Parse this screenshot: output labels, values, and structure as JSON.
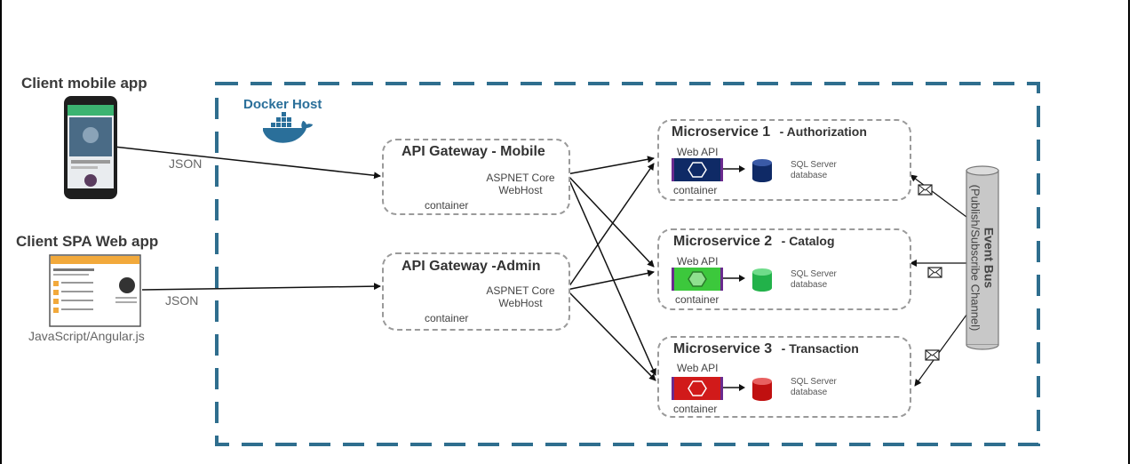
{
  "clients": {
    "mobile": {
      "title": "Client mobile app",
      "json_label": "JSON"
    },
    "spa": {
      "title": "Client SPA Web app",
      "json_label": "JSON",
      "tech": "JavaScript/Angular.js"
    }
  },
  "docker_host": {
    "label": "Docker Host"
  },
  "gateways": [
    {
      "title": "API Gateway - Mobile",
      "tech_line1": "ASPNET Core",
      "tech_line2": "WebHost",
      "container": "container"
    },
    {
      "title": "API Gateway -Admin",
      "tech_line1": "ASPNET Core",
      "tech_line2": "WebHost",
      "container": "container"
    }
  ],
  "microservices": [
    {
      "title_main": "Microservice 1",
      "title_sub": "- Authorization",
      "web_api": "Web API",
      "container": "container",
      "db_line1": "SQL Server",
      "db_line2": "database",
      "color": "#0f2a66"
    },
    {
      "title_main": "Microservice 2",
      "title_sub": "- Catalog",
      "web_api": "Web API",
      "container": "container",
      "db_line1": "SQL Server",
      "db_line2": "database",
      "color": "#3cc83c"
    },
    {
      "title_main": "Microservice 3",
      "title_sub": "- Transaction",
      "web_api": "Web API",
      "container": "container",
      "db_line1": "SQL Server",
      "db_line2": "database",
      "color": "#d11a1a"
    }
  ],
  "event_bus": {
    "title": "Event Bus",
    "subtitle": "(Publish/Subscribe Channel)"
  },
  "colors": {
    "dashed_border": "#2f6e8e",
    "gateway_blue": "#1f78d1",
    "docker_blue": "#2a6f9a"
  },
  "icons": [
    "docker-whale-icon",
    "envelope-icon",
    "hexagon-icon",
    "database-icon"
  ]
}
